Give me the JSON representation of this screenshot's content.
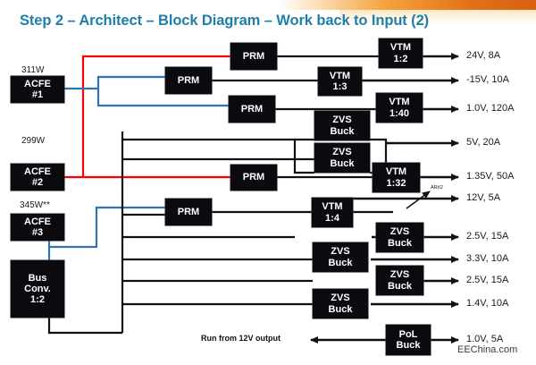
{
  "slide": {
    "title": "Step 2 – Architect – Block Diagram – Work back to Input (2)",
    "title_color": "#1f7fa6",
    "background": "#ffffff",
    "watermark": "EEChina.com",
    "note_label": "Run from 12V output",
    "annotation_label": "AR#2"
  },
  "colors": {
    "block_fill": "#0b0b0f",
    "block_text": "#ffffff",
    "wire_black": "#111111",
    "wire_blue": "#2e74b5",
    "wire_red": "#ff0000",
    "accent_orange": "#e2701a"
  },
  "sources": [
    {
      "power": "311W",
      "name_line1": "ACFE",
      "name_line2": "#1"
    },
    {
      "power": "299W",
      "name_line1": "ACFE",
      "name_line2": "#2"
    },
    {
      "power": "345W**",
      "name_line1": "ACFE",
      "name_line2": "#3"
    }
  ],
  "bus_converter": {
    "line1": "Bus",
    "line2": "Conv.",
    "line3": "1:2"
  },
  "stage_blocks": [
    {
      "id": "prm-1",
      "line1": "PRM",
      "line2": ""
    },
    {
      "id": "prm-2",
      "line1": "PRM",
      "line2": ""
    },
    {
      "id": "prm-3",
      "line1": "PRM",
      "line2": ""
    },
    {
      "id": "prm-4",
      "line1": "PRM",
      "line2": ""
    },
    {
      "id": "prm-5",
      "line1": "PRM",
      "line2": ""
    },
    {
      "id": "vtm-1-2",
      "line1": "VTM",
      "line2": "1:2"
    },
    {
      "id": "vtm-1-3",
      "line1": "VTM",
      "line2": "1:3"
    },
    {
      "id": "vtm-1-40",
      "line1": "VTM",
      "line2": "1:40"
    },
    {
      "id": "vtm-1-32",
      "line1": "VTM",
      "line2": "1:32"
    },
    {
      "id": "vtm-1-4",
      "line1": "VTM",
      "line2": "1:4"
    },
    {
      "id": "zvs-1",
      "line1": "ZVS",
      "line2": "Buck"
    },
    {
      "id": "zvs-2",
      "line1": "ZVS",
      "line2": "Buck"
    },
    {
      "id": "zvs-3",
      "line1": "ZVS",
      "line2": "Buck"
    },
    {
      "id": "zvs-4",
      "line1": "ZVS",
      "line2": "Buck"
    },
    {
      "id": "zvs-5",
      "line1": "ZVS",
      "line2": "Buck"
    },
    {
      "id": "zvs-6",
      "line1": "ZVS",
      "line2": "Buck"
    },
    {
      "id": "pol-1",
      "line1": "PoL",
      "line2": "Buck"
    }
  ],
  "outputs": [
    {
      "rail": "24V, 8A"
    },
    {
      "rail": "-15V, 10A"
    },
    {
      "rail": "1.0V, 120A"
    },
    {
      "rail": "5V, 20A"
    },
    {
      "rail": "1.35V, 50A"
    },
    {
      "rail": "12V, 5A"
    },
    {
      "rail": "2.5V, 15A"
    },
    {
      "rail": "3.3V, 10A"
    },
    {
      "rail": "2.5V, 15A"
    },
    {
      "rail": "1.4V, 10A"
    },
    {
      "rail": "1.0V, 5A"
    }
  ]
}
